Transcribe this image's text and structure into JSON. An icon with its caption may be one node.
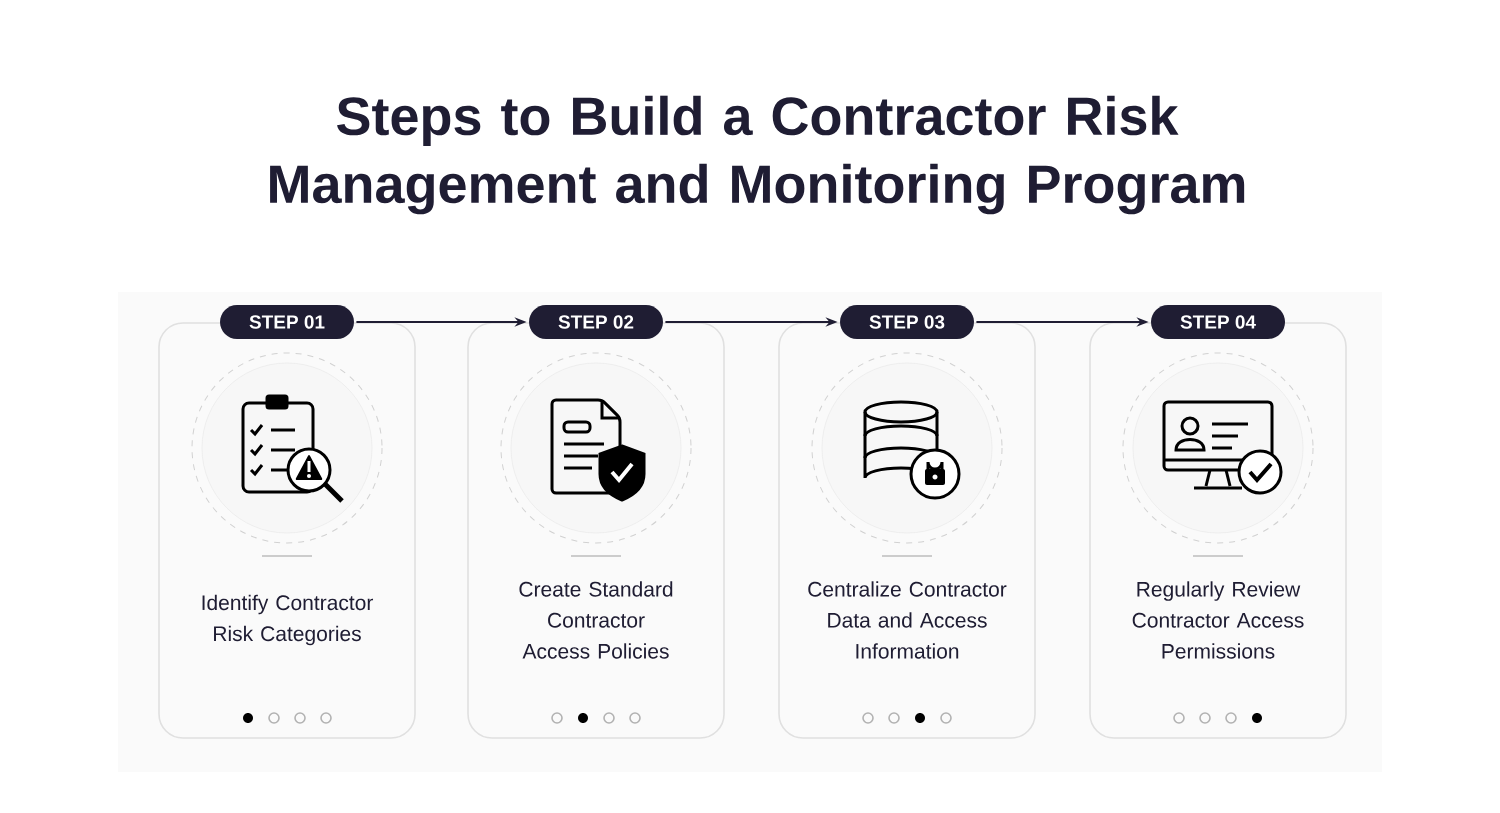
{
  "diagram": {
    "title": "Steps to Build a Contractor Risk Management and Monitoring Program",
    "nodes": [
      {
        "text": [
          "STEP 01"
        ]
      },
      {
        "text": [
          "Identify Contractor Risk Categories"
        ]
      },
      {
        "text": [
          "STEP 02"
        ]
      },
      {
        "text": [
          "Create Standard Contractor Access Policies"
        ]
      },
      {
        "text": [
          "STEP 03"
        ]
      },
      {
        "text": [
          "Centralize Contractor Data and Access Information"
        ]
      },
      {
        "text": [
          "STEP 04"
        ]
      },
      {
        "text": [
          "Regularly Review Contractor Access Permissions"
        ]
      }
    ],
    "edges": [
      {
        "from": 0,
        "to": 2,
        "arrow": "to"
      },
      {
        "from": 2,
        "to": 4,
        "arrow": "to"
      },
      {
        "from": 4,
        "to": 6,
        "arrow": "to"
      }
    ]
  }
}
